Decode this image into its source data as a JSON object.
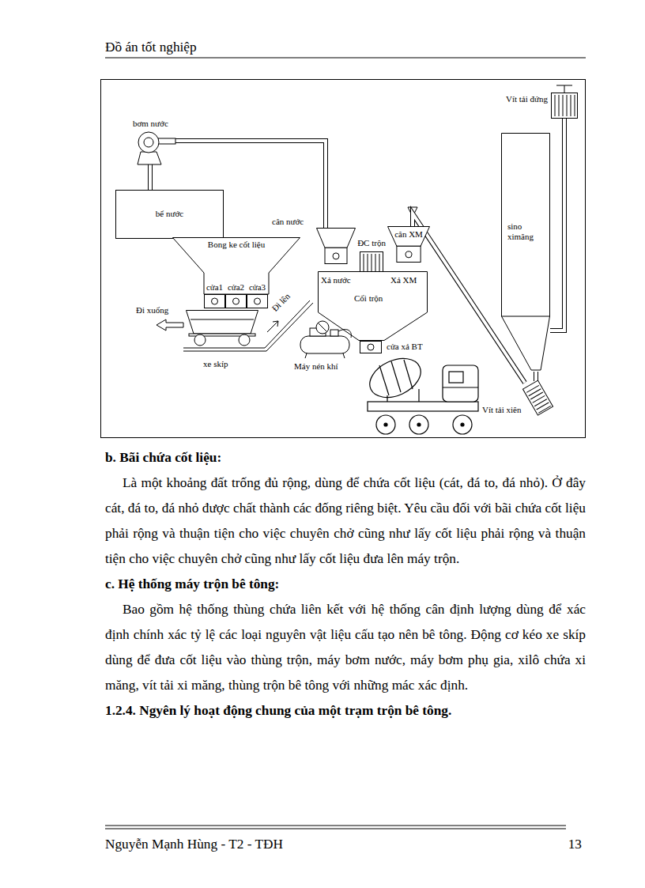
{
  "diagram": {
    "nodes": [
      {
        "text": [
          "bể nước"
        ]
      },
      {
        "text": [
          "bơm nước"
        ]
      },
      {
        "text": [
          "cân nước"
        ]
      },
      {
        "text": [
          "ĐC trộn"
        ]
      },
      {
        "text": [
          "cân XM"
        ]
      },
      {
        "text": [
          "Xả nước",
          "Xả XM",
          "Cối trộn"
        ]
      },
      {
        "text": [
          "cửa xả BT"
        ]
      },
      {
        "text": [
          "Bong ke cốt liệu"
        ]
      },
      {
        "text": [
          "cửa1"
        ],
        "in": 7
      },
      {
        "text": [
          "cửa2"
        ],
        "in": 7
      },
      {
        "text": [
          "cửa3"
        ],
        "in": 7
      },
      {
        "text": [
          "xe skíp"
        ]
      },
      {
        "text": [
          "Máy nén khí"
        ]
      },
      {
        "text": [
          "sino ximăng"
        ]
      },
      {
        "text": [
          "Vít tải đứng"
        ]
      },
      {
        "text": [
          "Vít tải xiên"
        ]
      }
    ],
    "edges": [
      {
        "from": 0,
        "to": 1,
        "arrow": "none"
      },
      {
        "from": 1,
        "to": 2,
        "arrow": "none"
      },
      {
        "from": 14,
        "to": 13,
        "arrow": "none"
      },
      {
        "from": 13,
        "to": 15,
        "arrow": "none"
      },
      {
        "from": 15,
        "to": 4,
        "arrow": "none"
      }
    ],
    "labels": [
      "Đi xuống",
      "Đi lên",
      "Đồ án tốt nghiệp",
      "b. Bãi chứa cốt liệu:",
      "Là một khoảng đất trống đủ rộng, dùng để chứa cốt liệu (cát, đá to, đá nhỏ). Ở đây cát, đá to, đá nhỏ được chất thành các đống riêng biệt. Yêu cầu đối với bãi chứa cốt liệu phải rộng và thuận tiện cho việc chuyên chở cũng như lấy cốt liệu phải rộng và thuận tiện cho việc chuyên chở cũng như lấy cốt liệu đưa lên máy trộn.",
      "c. Hệ thống máy trộn bê tông:",
      "Bao gồm hệ thống thùng chứa liên kết với hệ thống cân định lượng dùng để xác định chính xác tỷ lệ các loại nguyên vật liệu cấu tạo nên bê tông. Động cơ kéo xe skíp dùng để đưa cốt liệu vào thùng trộn, máy bơm nước, máy bơm phụ gia, xilô chứa xi măng, vít tải xi măng, thùng trộn bê tông với những mác xác định.",
      "1.2.4. Ngyên lý hoạt động chung của một trạm trộn bê tông.",
      "Nguyễn Mạnh Hùng - T2 - TĐH",
      "13"
    ]
  }
}
